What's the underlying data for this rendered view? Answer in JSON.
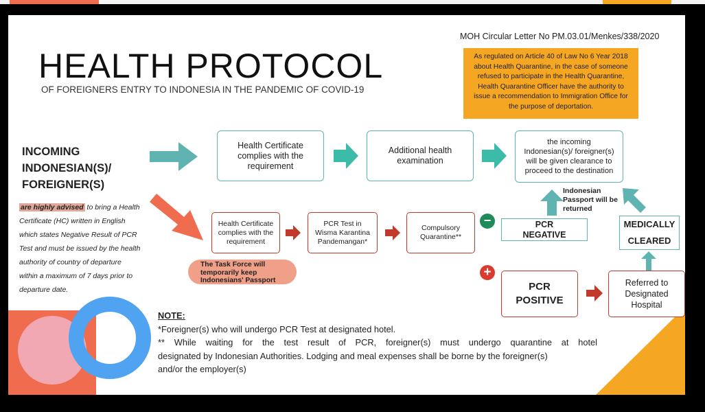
{
  "header": {
    "circular": "MOH Circular Letter No PM.03.01/Menkes/338/2020",
    "title": "HEALTH PROTOCOL",
    "subtitle": "OF FOREIGNERS ENTRY TO INDONESIA IN THE PANDEMIC OF COVID-19"
  },
  "regulation_note": {
    "lines": [
      "As regulated on Article 40 of Law No 6 Year 2018",
      "about Health Quarantine, in the case of someone",
      "refused to participate in the Health Quarantine,",
      "Health Quarantine Officer have the authority to",
      "issue a recommendation to Immigration Office  for",
      "the purpose of deportation."
    ]
  },
  "left_panel": {
    "heading": [
      "INCOMING",
      "INDONESIAN(S)/",
      "FOREIGNER(S)"
    ],
    "advice_highlight": "are highly advised",
    "advice_lines": [
      " to bring a Health",
      "Certificate (HC) written in English",
      "which states Negative Result of PCR",
      "Test and must be issued by the health",
      "authority of country of departure",
      "within a maximum of 7 days prior to",
      "departure date."
    ]
  },
  "flow_top": {
    "step1": [
      "Health Certificate",
      "complies with the",
      "requirement"
    ],
    "step2": [
      "Additional health",
      "examination"
    ],
    "step3": [
      "the incoming",
      "Indonesian(s)/ foreigner(s)",
      "will be given clearance to",
      "proceed to the destination"
    ]
  },
  "flow_bottom": {
    "step1": [
      "Health Certificate",
      "complies with the",
      "requirement"
    ],
    "step2": [
      "PCR Test in",
      "Wisma Karantina",
      "Pandemangan*"
    ],
    "step3": [
      "Compulsory",
      "Quarantine**"
    ],
    "pcr_negative": [
      "PCR",
      "NEGATIVE"
    ],
    "pcr_positive": [
      "PCR",
      "POSITIVE"
    ],
    "medically_cleared": [
      "MEDICALLY",
      "CLEARED"
    ],
    "referred": [
      "Referred to",
      "Designated",
      "Hospital"
    ],
    "passport_returned": [
      "Indonesian",
      "Passport will be",
      "returned"
    ],
    "task_force": [
      "The Task Force will",
      "temporarily keep",
      "Indonesians' Passport"
    ],
    "minus_symbol": "−",
    "plus_symbol": "+"
  },
  "note": {
    "heading": "NOTE:",
    "line1": "*Foreigner(s) who will undergo PCR Test at designated hotel.",
    "line2": "** While waiting for the test result of PCR, foreigner(s) must undergo quarantine at hotel",
    "line3": "designated by Indonesian Authorities. Lodging and meal expenses shall be borne by the foreigner(s)",
    "line4": "and/or the employer(s)"
  },
  "colors": {
    "teal": "#5fb3b0",
    "red": "#c0392b",
    "orange": "#f5a623",
    "salmon": "#f0a088",
    "blue": "#4fa3f0",
    "coral": "#ef6c4f",
    "pink": "#f2a8b3",
    "green_minus": "#1f8a5a",
    "red_plus": "#d93b2f"
  }
}
